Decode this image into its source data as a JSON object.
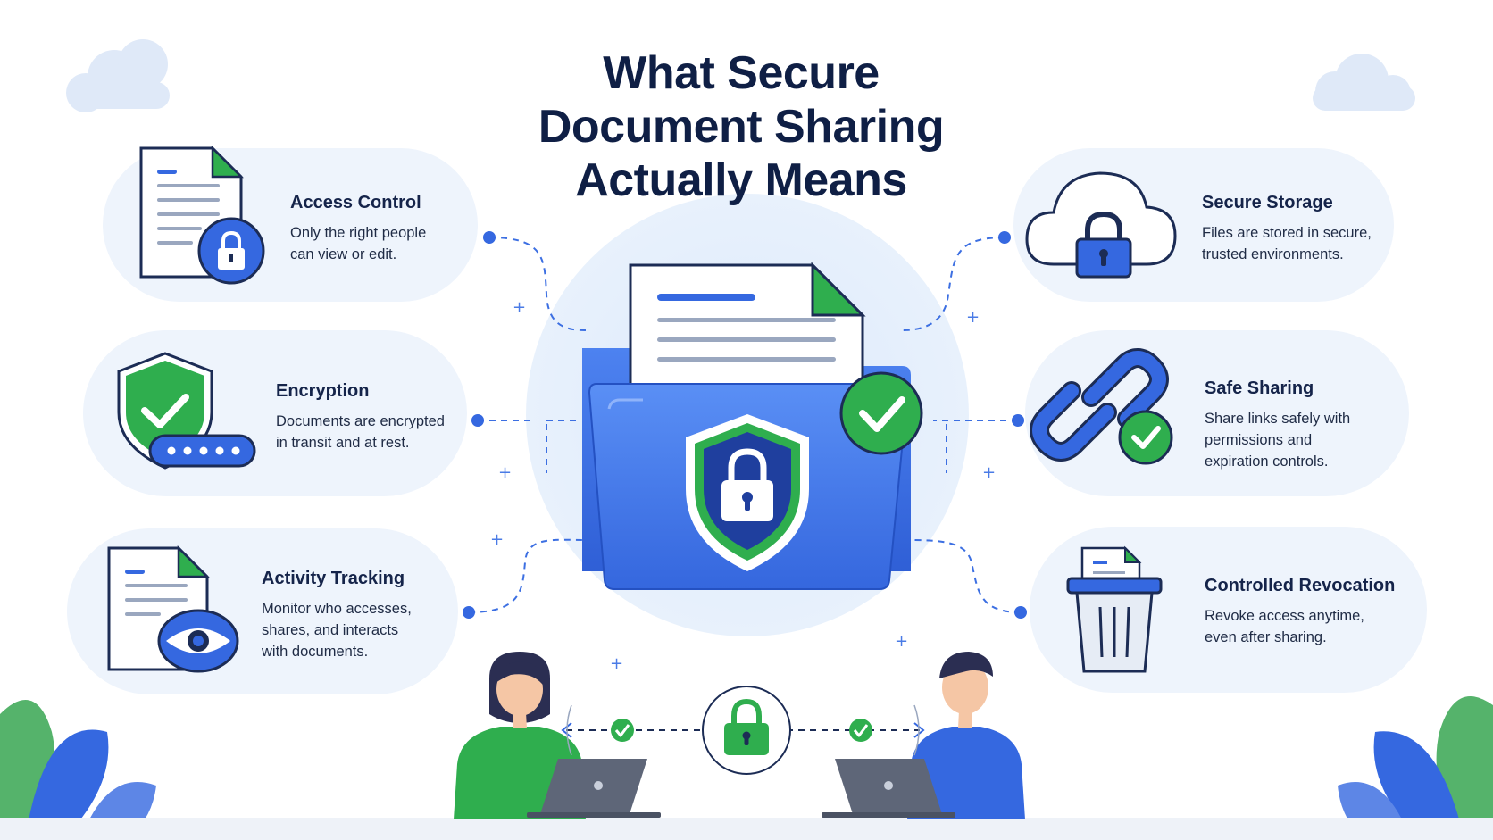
{
  "title": {
    "line1": "What Secure",
    "line2": "Document Sharing",
    "line3": "Actually Means"
  },
  "features": {
    "access_control": {
      "title": "Access Control",
      "desc": [
        "Only the right people",
        "can view or edit."
      ],
      "icon": "document-lock-icon"
    },
    "encryption": {
      "title": "Encryption",
      "desc": [
        "Documents are encrypted",
        "in transit and at rest."
      ],
      "icon": "shield-check-password-icon"
    },
    "activity_tracking": {
      "title": "Activity Tracking",
      "desc": [
        "Monitor who accesses,",
        "shares, and interacts",
        "with documents."
      ],
      "icon": "document-eye-icon"
    },
    "secure_storage": {
      "title": "Secure Storage",
      "desc": [
        "Files are stored in secure,",
        "trusted environments."
      ],
      "icon": "cloud-lock-icon"
    },
    "safe_sharing": {
      "title": "Safe Sharing",
      "desc": [
        "Share links safely with",
        "permissions and",
        "expiration controls."
      ],
      "icon": "chain-link-check-icon"
    },
    "controlled_revocation": {
      "title": "Controlled Revocation",
      "desc": [
        "Revoke access anytime,",
        "even after sharing."
      ],
      "icon": "trash-document-icon"
    }
  },
  "colors": {
    "primary_blue": "#3466e0",
    "dark_blue": "#1f3f9e",
    "green": "#2fae4e",
    "navy_text": "#0f1f45",
    "card_bg": "#eef4fc"
  }
}
